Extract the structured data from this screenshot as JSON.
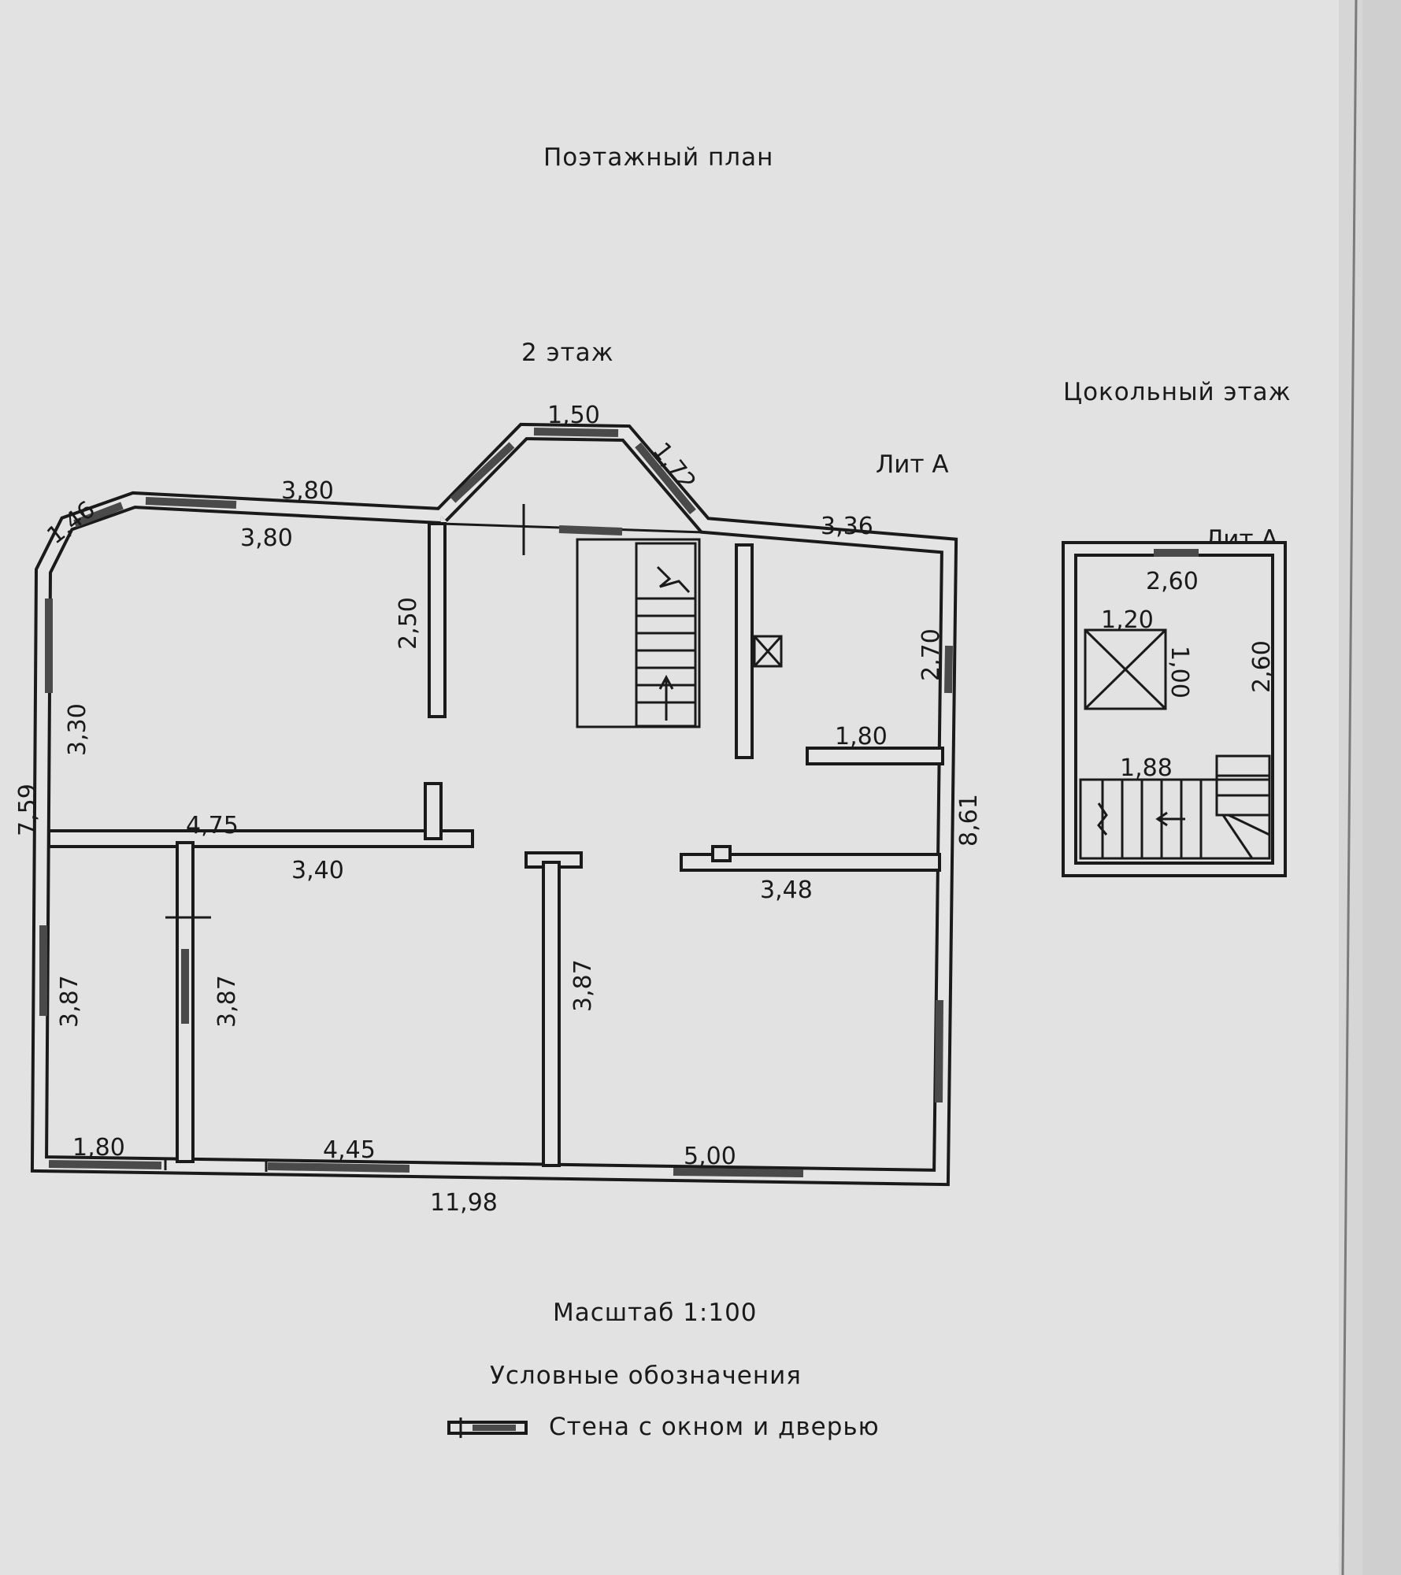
{
  "title": "Поэтажный план",
  "floor2": {
    "label": "2 этаж",
    "lit": "Лит А",
    "dims": {
      "d150": "1,50",
      "d172": "1,72",
      "d146": "1,46",
      "d380a": "3,80",
      "d380b": "3,80",
      "d336": "3,36",
      "d250": "2,50",
      "d270": "2,70",
      "d330": "3,30",
      "d759": "7,59",
      "d180a": "1,80",
      "d861": "8,61",
      "d475": "4,75",
      "d340": "3,40",
      "d348": "3,48",
      "d387a": "3,87",
      "d387b": "3,87",
      "d387c": "3,87",
      "d180b": "1,80",
      "d445": "4,45",
      "d500": "5,00",
      "d1198": "11,98"
    }
  },
  "basement": {
    "label": "Цокольный этаж",
    "lit": "Лит А",
    "dims": {
      "d260a": "2,60",
      "d260b": "2,60",
      "d120": "1,20",
      "d100": "1,00",
      "d188": "1,88"
    }
  },
  "scale": "Масштаб 1:100",
  "legend": {
    "heading": "Условные обозначения",
    "item": "Стена с окном и дверью"
  },
  "colors": {
    "paper": "#e4e4e4",
    "ink": "#1a1a1a",
    "window": "#4a4a4a",
    "background": "#cfcfcf"
  }
}
